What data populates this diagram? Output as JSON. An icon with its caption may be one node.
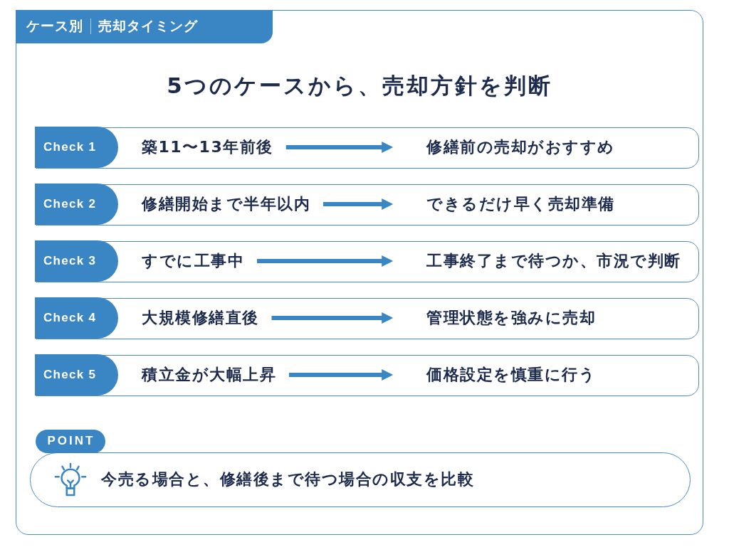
{
  "diagram": {
    "title": "5つのケースから、売却方針を判断",
    "nodes": [
      {
        "text": [
          "ケース別",
          "売却タイミング"
        ]
      },
      {
        "text": [],
        "shape": "box",
        "in": 0
      },
      {
        "text": [
          "Check 1"
        ],
        "in": 1
      },
      {
        "text": [
          "築11〜13年前後"
        ],
        "in": 1
      },
      {
        "text": [
          "修繕前の売却がおすすめ"
        ],
        "in": 1
      },
      {
        "text": [],
        "shape": "box",
        "in": 0
      },
      {
        "text": [
          "Check 2"
        ],
        "in": 5
      },
      {
        "text": [
          "修繕開始まで半年以内"
        ],
        "in": 5
      },
      {
        "text": [
          "できるだけ早く売却準備"
        ],
        "in": 5
      },
      {
        "text": [],
        "shape": "box",
        "in": 0
      },
      {
        "text": [
          "Check 3"
        ],
        "in": 9
      },
      {
        "text": [
          "すでに工事中"
        ],
        "in": 9
      },
      {
        "text": [
          "工事終了まで待つか、市況で判断"
        ],
        "in": 9
      },
      {
        "text": [],
        "shape": "box",
        "in": 0
      },
      {
        "text": [
          "Check 4"
        ],
        "in": 13
      },
      {
        "text": [
          "大規模修繕直後"
        ],
        "in": 13
      },
      {
        "text": [
          "管理状態を強みに売却"
        ],
        "in": 13
      },
      {
        "text": [],
        "shape": "box",
        "in": 0
      },
      {
        "text": [
          "Check 5"
        ],
        "in": 17
      },
      {
        "text": [
          "積立金が大幅上昇"
        ],
        "in": 17
      },
      {
        "text": [
          "価格設定を慎重に行う"
        ],
        "in": 17
      },
      {
        "text": [
          "POINT"
        ],
        "in": 0
      },
      {
        "text": [
          "今売る場合と、修繕後まで待つ場合の収支を比較"
        ],
        "in": 0
      }
    ],
    "edges": [
      {
        "from": 3,
        "to": 4,
        "arrow": "to"
      },
      {
        "from": 7,
        "to": 8,
        "arrow": "to"
      },
      {
        "from": 11,
        "to": 12,
        "arrow": "to"
      },
      {
        "from": 15,
        "to": 16,
        "arrow": "to"
      },
      {
        "from": 19,
        "to": 20,
        "arrow": "to"
      }
    ]
  }
}
